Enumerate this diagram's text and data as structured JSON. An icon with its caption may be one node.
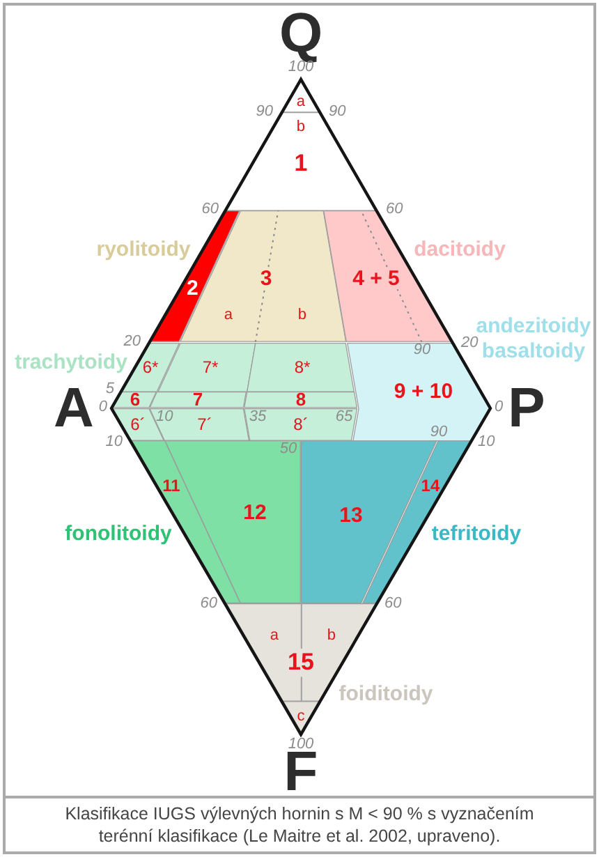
{
  "diagram": {
    "caption": "Klasifikace IUGS výlevných hornin s M < 90 % s vyznačením terénní klasifikace (Le Maitre et al. 2002, upraveno).",
    "nodes": [
      {
        "text": [
          "a",
          "b",
          "1"
        ]
      },
      {
        "text": [
          "2"
        ]
      },
      {
        "text": [
          "3",
          "a",
          "b"
        ]
      },
      {
        "text": [
          "4 + 5"
        ]
      },
      {
        "text": [
          "6*"
        ]
      },
      {
        "text": [
          "7*"
        ]
      },
      {
        "text": [
          "8*"
        ]
      },
      {
        "text": [
          "6"
        ]
      },
      {
        "text": [
          "7"
        ]
      },
      {
        "text": [
          "8"
        ]
      },
      {
        "text": [
          "9 + 10"
        ]
      },
      {
        "text": [
          "6´"
        ]
      },
      {
        "text": [
          "7´"
        ]
      },
      {
        "text": [
          "8´"
        ]
      },
      {
        "text": [
          "11"
        ]
      },
      {
        "text": [
          "12"
        ]
      },
      {
        "text": [
          "13"
        ]
      },
      {
        "text": [
          "14"
        ]
      },
      {
        "text": [
          "a",
          "b",
          "15",
          "c"
        ]
      }
    ],
    "labels": [
      "Q",
      "100",
      "90",
      "90",
      "60",
      "60",
      "ryolitoidy",
      "dacitoidy",
      "andezitoidy",
      "20",
      "20",
      "basaltoidy",
      "90",
      "trachytoidy",
      "5",
      "A",
      "0",
      "10",
      "35",
      "65",
      "0",
      "P",
      "90",
      "10",
      "10",
      "50",
      "fonolitoidy",
      "tefritoidy",
      "60",
      "60",
      "foiditoidy",
      "100",
      "F"
    ]
  }
}
